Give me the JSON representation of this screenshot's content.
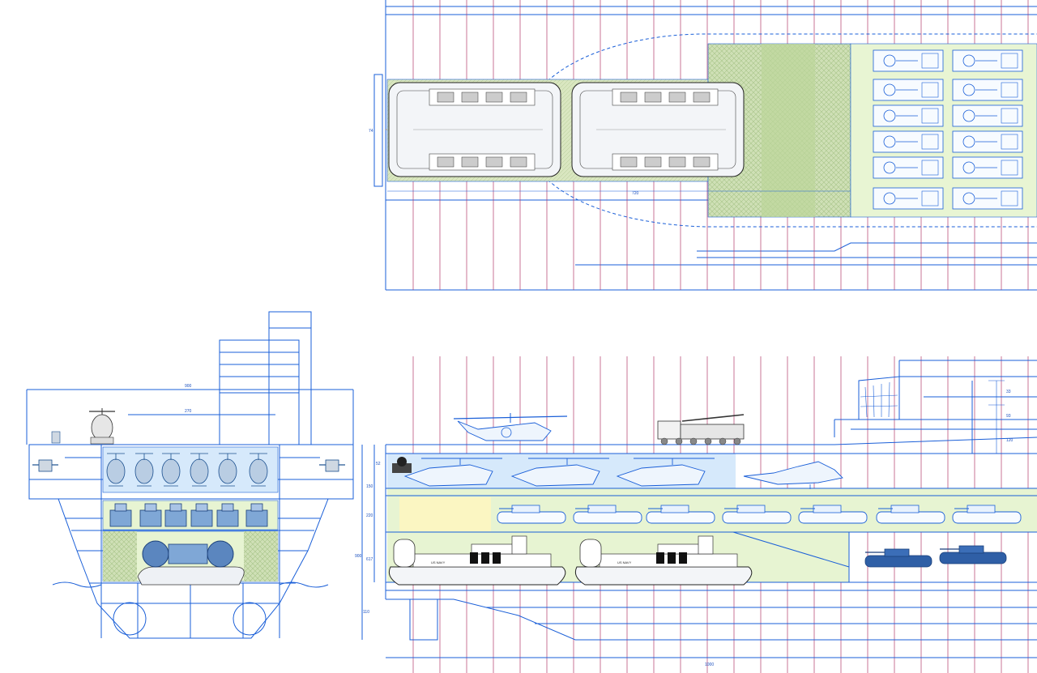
{
  "colors": {
    "line": "#1a5fd8",
    "frame": "#b33a6a",
    "fill_blue": "#d6e9fb",
    "fill_green": "#e7f4d2",
    "fill_green_dark": "#c6e2a6",
    "fill_yellow": "#fbf6c2",
    "fill_hatch": "#c9d9b0",
    "dark": "#222222"
  },
  "dimensions": {
    "plan_beam": "74",
    "plan_well": "720",
    "section_beam": "900",
    "section_inner": "270",
    "profile_length": "1000",
    "profile_h1": "52",
    "profile_h2": "150",
    "profile_h3": "220",
    "profile_h4": "900",
    "profile_h5": "617",
    "profile_h6": "110",
    "profile_r1": "33",
    "profile_r2": "93",
    "profile_r3": "120"
  },
  "labels": {
    "craft_1": "US NAVY",
    "craft_2": "US NAVY"
  },
  "icons": {
    "helicopter": "helicopter-icon",
    "tank": "tank-icon",
    "hovercraft": "hovercraft-icon",
    "truck": "truck-icon",
    "jet": "jet-icon",
    "gun": "gun-icon"
  }
}
